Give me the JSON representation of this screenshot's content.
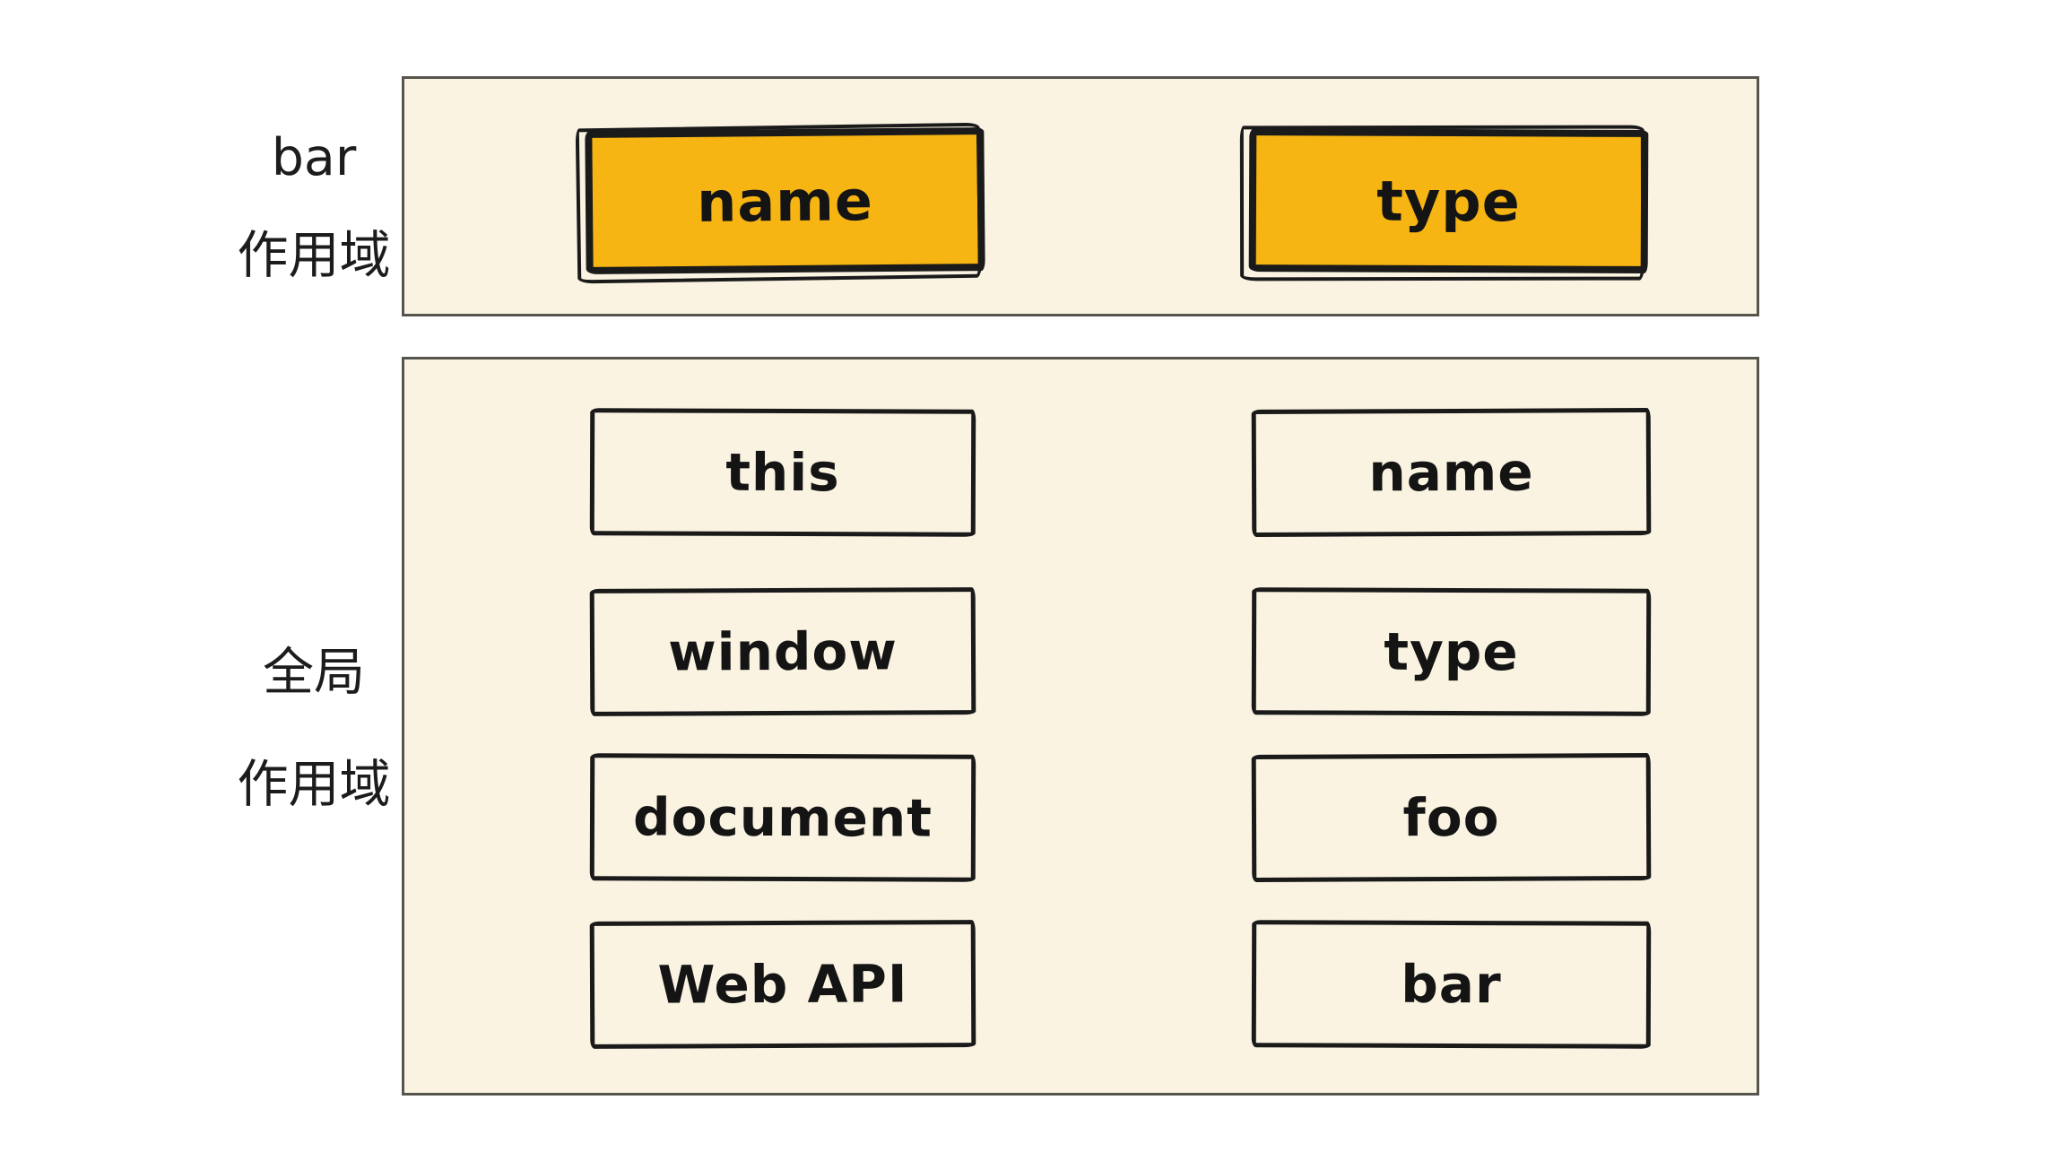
{
  "diagram": {
    "kind": "javascript-scope-diagram",
    "colors": {
      "page_bg": "#ffffff",
      "panel_bg": "#faf3e1",
      "panel_border": "#55554d",
      "box_border": "#1a1a1a",
      "highlight_bg": "#f7b513",
      "text": "#141414"
    },
    "bar_scope": {
      "label_line1": "bar",
      "label_line2": "作用域",
      "boxes": [
        {
          "label": "name",
          "highlighted": true
        },
        {
          "label": "type",
          "highlighted": true
        }
      ]
    },
    "global_scope": {
      "label_line1": "全局",
      "label_line2": "作用域",
      "left_column": [
        {
          "label": "this"
        },
        {
          "label": "window"
        },
        {
          "label": "document"
        },
        {
          "label": "Web API"
        }
      ],
      "right_column": [
        {
          "label": "name"
        },
        {
          "label": "type"
        },
        {
          "label": "foo"
        },
        {
          "label": "bar"
        }
      ]
    }
  }
}
